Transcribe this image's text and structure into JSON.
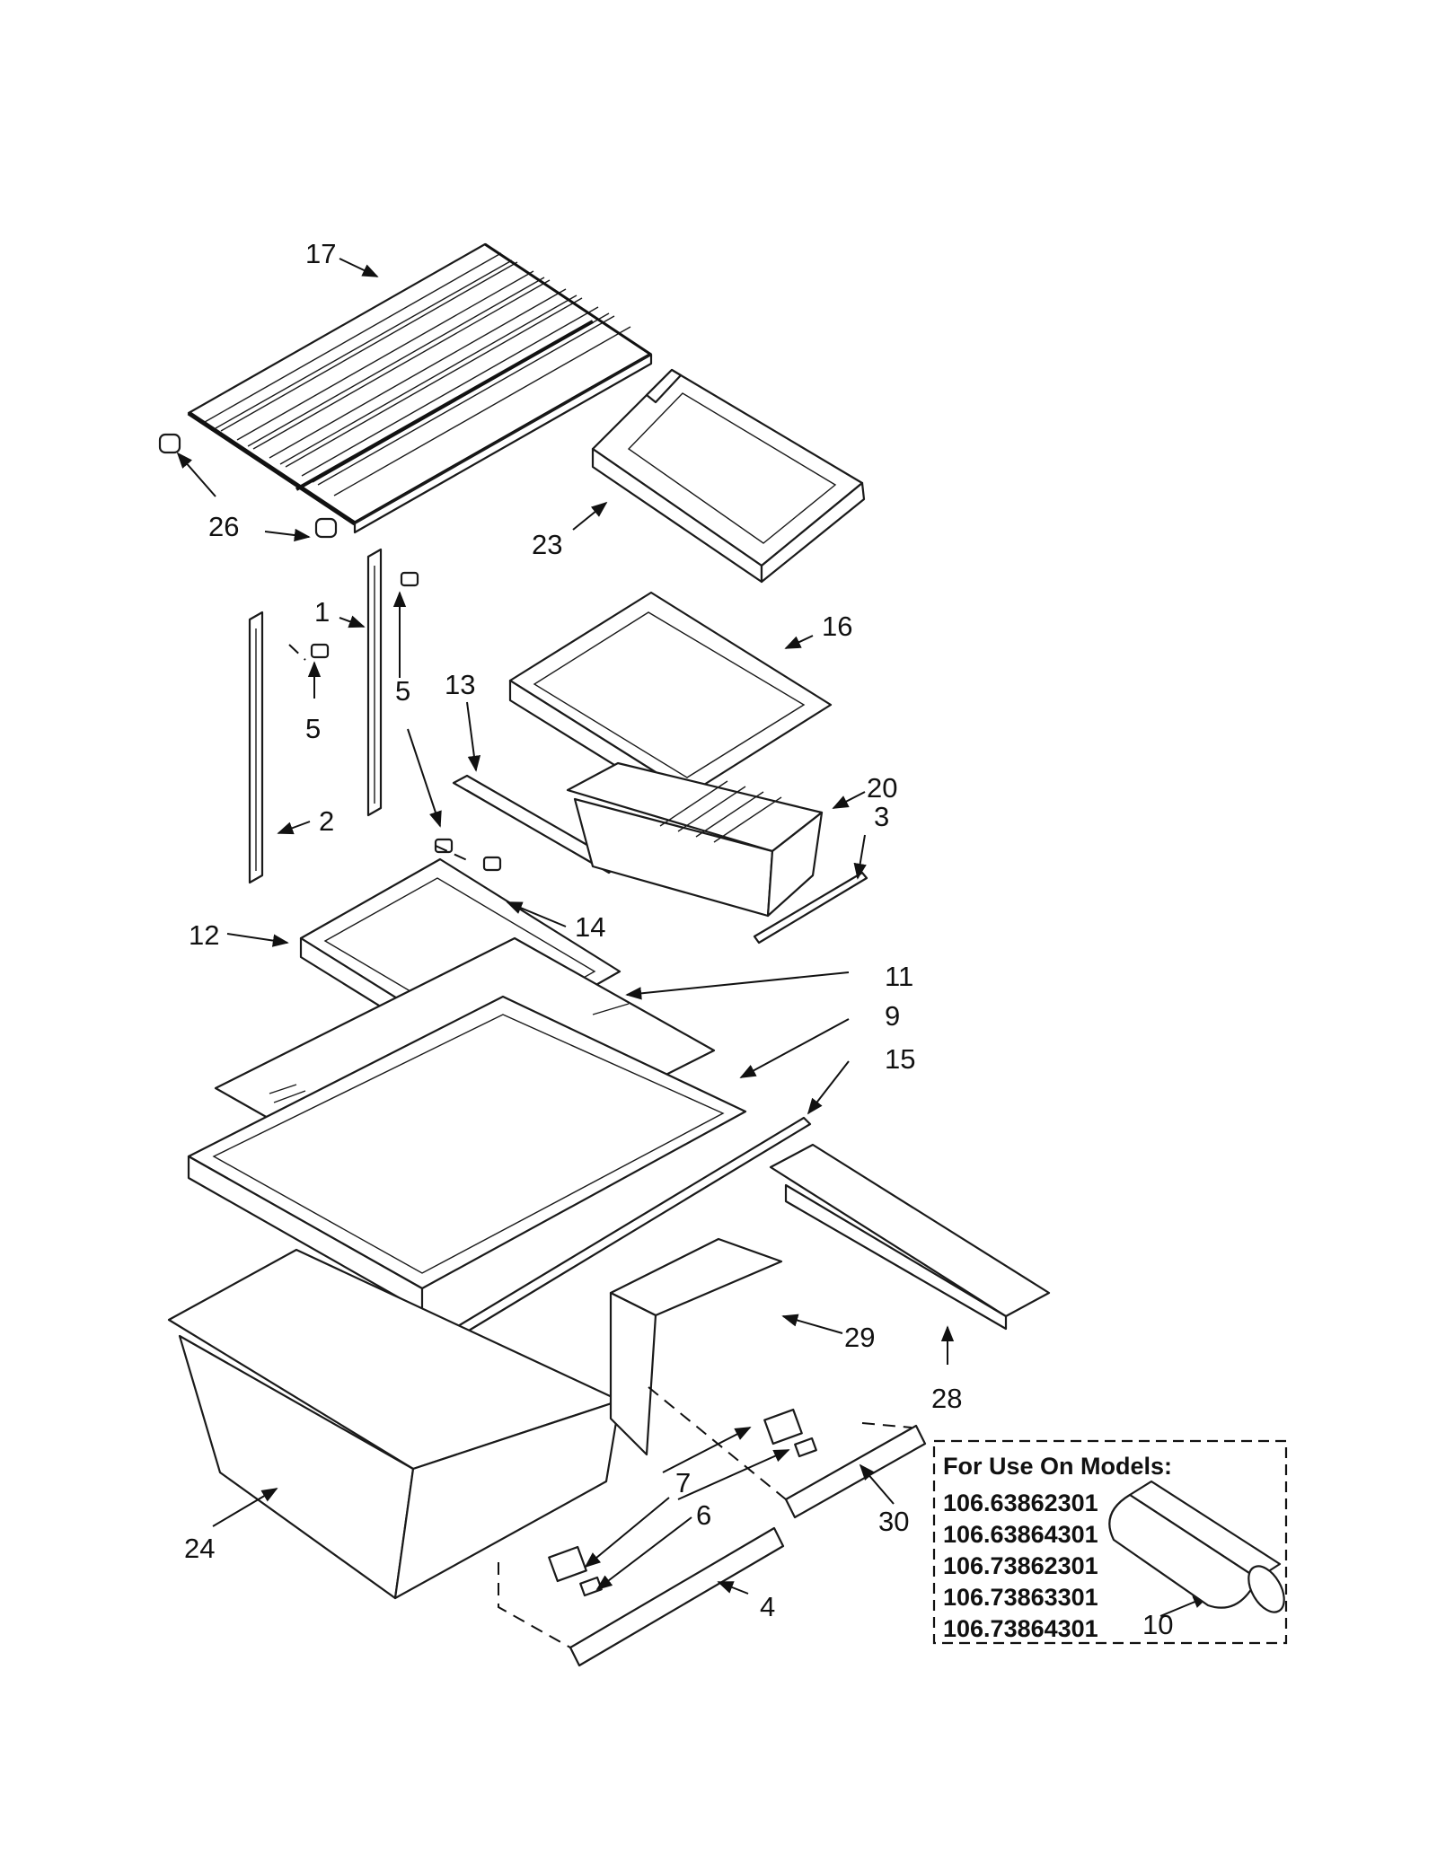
{
  "callouts": {
    "c17": "17",
    "c26": "26",
    "c23": "23",
    "c16": "16",
    "c1": "1",
    "c5a": "5",
    "c5b": "5",
    "c13": "13",
    "c20": "20",
    "c3": "3",
    "c2": "2",
    "c14": "14",
    "c12": "12",
    "c11": "11",
    "c9": "9",
    "c15": "15",
    "c29": "29",
    "c28": "28",
    "c7": "7",
    "c6": "6",
    "c30": "30",
    "c24": "24",
    "c4": "4",
    "c10": "10"
  },
  "model_box": {
    "title": "For Use On Models:",
    "models": [
      "106.63862301",
      "106.63864301",
      "106.73862301",
      "106.73863301",
      "106.73864301"
    ]
  }
}
